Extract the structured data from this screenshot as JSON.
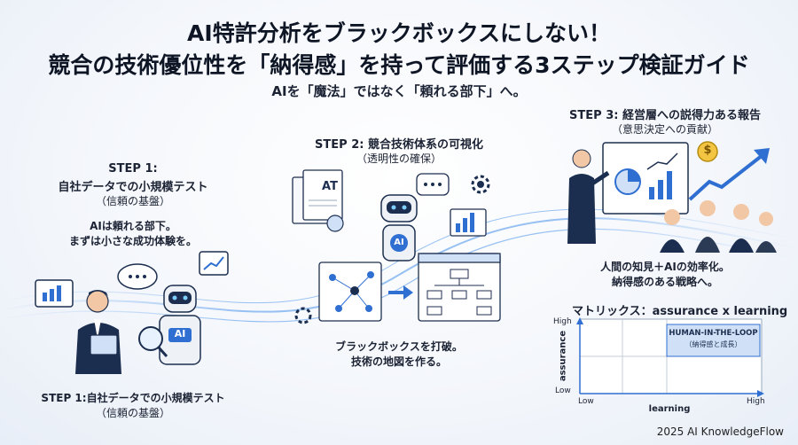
{
  "header": {
    "title_line1": "AI特許分析をブラックボックスにしない！",
    "title_line2": "競合の技術優位性を「納得感」を持って評価する3ステップ検証ガイド",
    "subtitle": "AIを「魔法」ではなく「頼れる部下」へ。"
  },
  "step1": {
    "title": "STEP 1:",
    "name": "自社データでの小規模テスト",
    "sub": "（信頼の基盤）",
    "text1": "AIは頼れる部下。",
    "text2": "まずは小さな成功体験を。",
    "bottom_title": "STEP 1:自社データでの小規模テスト",
    "bottom_sub": "（信頼の基盤）",
    "robot_badge": "AI"
  },
  "step2": {
    "title": "STEP 2: 競合技術体系の可視化",
    "sub": "（透明性の確保）",
    "text1": "ブラックボックスを打破。",
    "text2": "技術の地図を作る。",
    "doc_label": "AT",
    "robot_badge": "AI"
  },
  "step3": {
    "title": "STEP 3: 経営層への説得力ある報告",
    "sub": "（意思決定への貢献）",
    "text1": "人間の知見＋AIの効率化。",
    "text2": "納得感のある戦略へ。",
    "coin": "$"
  },
  "matrix": {
    "title": "マトリックス：assurance x learning",
    "y_label": "assurance",
    "x_label": "learning",
    "y_high": "High",
    "y_low": "Low",
    "x_low": "Low",
    "x_high": "High",
    "highlight_label": "HUMAN-IN-THE-LOOP",
    "highlight_sub": "（納得感と成長）"
  },
  "footer": {
    "text": "2025 AI KnowledgeFlow"
  },
  "colors": {
    "accent": "#2f6fd1",
    "navy": "#1c2e4f",
    "highlight": "#cfe0f7"
  }
}
